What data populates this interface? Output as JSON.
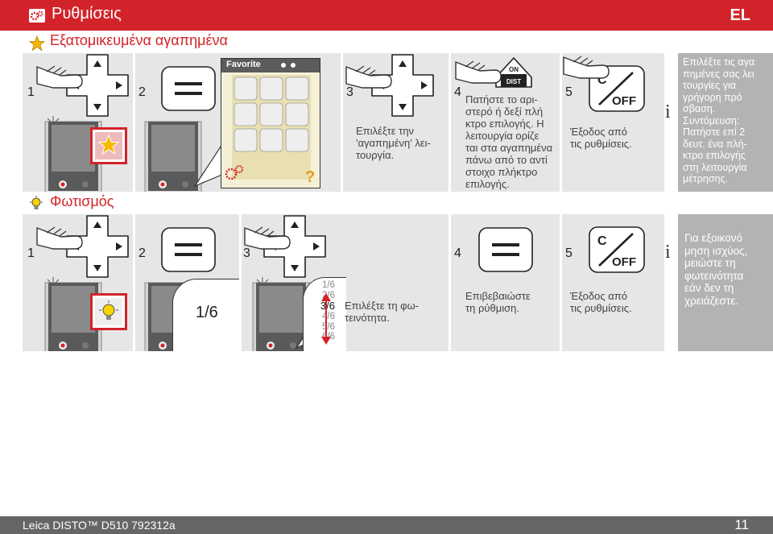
{
  "header": {
    "title": "Ρυθμίσεις",
    "lang": "EL",
    "accent": "#d3232a"
  },
  "section1": {
    "title": "Εξατομικευμένα αγαπημένα",
    "steps": [
      {
        "num": "1"
      },
      {
        "num": "2",
        "screen_label": "Favorite"
      },
      {
        "num": "3",
        "text": "Επιλέξτε την\n'αγαπημένη' λει-\nτουργία."
      },
      {
        "num": "4",
        "key_top": "ON",
        "key_bottom": "DIST",
        "text": "Πατήστε το αρι-\nστερό ή δεξί πλή\nκτρο επιλογής. Η\nλειτουργία ορίζε\nται στα αγαπημένα\nπάνω από το αντί\nστοιχο πλήκτρο\nεπιλογής."
      },
      {
        "num": "5",
        "key_top": "C",
        "key_bottom": "OFF",
        "text": "Έξοδος από\nτις ρυθμίσεις."
      }
    ],
    "info": "Επιλέξτε τις αγα\nπημένες σας λει\nτουργίες για\nγρήγορη πρό\nσβαση.\nΣυντόμευση:\nΠατήστε επί 2\nδευτ. ένα πλή-\nκτρο επιλογής\nστη λειτουργία\nμέτρησης."
  },
  "section2": {
    "title": "Φωτισμός",
    "steps": [
      {
        "num": "1"
      },
      {
        "num": "2",
        "value": "1/6"
      },
      {
        "num": "3",
        "levels": [
          "1/6",
          "2/6",
          "3/6",
          "4/6",
          "5/6",
          "6/6"
        ],
        "text": "Επιλέξτε τη φω-\nτεινότητα."
      },
      {
        "num": "4",
        "text": "Επιβεβαιώστε\nτη ρύθμιση."
      },
      {
        "num": "5",
        "key_top": "C",
        "key_bottom": "OFF",
        "text": "Έξοδος από\nτις ρυθμίσεις."
      }
    ],
    "info": "Για εξοικονό\nμηση ισχύος,\nμειώστε τη\nφωτεινότητα\nεάν δεν τη\nχρειάζεστε."
  },
  "footer": {
    "product": "Leica DISTO™ D510 792312a",
    "page": "11"
  }
}
